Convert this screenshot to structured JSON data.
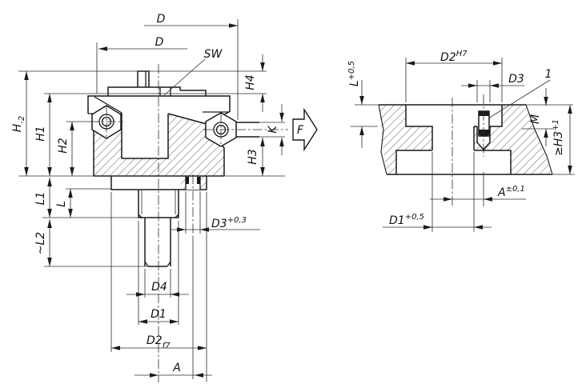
{
  "drawing": {
    "bg_color": "#ffffff",
    "line_color": "#1a1a1a",
    "left_view": {
      "dim_d_outer": "D",
      "dim_d_inner": "D",
      "sw": "SW",
      "h4": "H4",
      "k": "K",
      "force": "F",
      "h3": "H3",
      "h_total": "H",
      "h_total_tol": "-2",
      "h1": "H1",
      "h2": "H2",
      "l1": "L1",
      "l": "L",
      "l2": "~L2",
      "d3": "D3",
      "d3_tol": "+0,3",
      "d4": "D4",
      "d1": "D1",
      "d2": "D2",
      "d2_tol": "f7",
      "a": "A"
    },
    "right_view": {
      "d2": "D2",
      "d2_tol": "H7",
      "d3": "D3",
      "item_ref": "1",
      "l": "L",
      "l_tol": "+0,5",
      "m": "M",
      "h3": "≥H3",
      "h3_tol": "+1",
      "a": "A",
      "a_tol": "±0,1",
      "d1": "D1",
      "d1_tol": "+0,5"
    }
  }
}
